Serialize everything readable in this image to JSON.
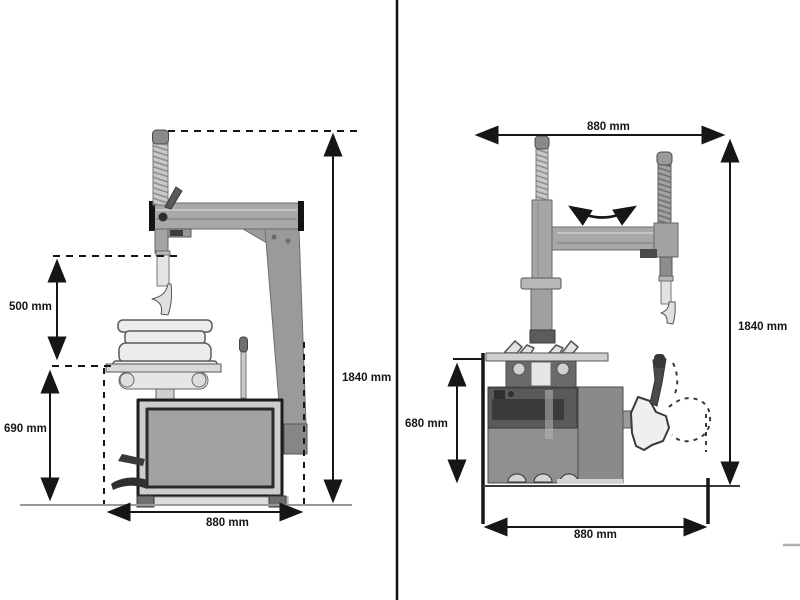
{
  "diagram": {
    "type": "tire-changer-dimension-drawing",
    "side_view": {
      "labels": {
        "stroke_height": "500 mm",
        "table_height": "690 mm",
        "total_height": "1840 mm",
        "base_width": "880 mm"
      }
    },
    "front_view": {
      "labels": {
        "top_width": "880 mm",
        "total_height": "1840 mm",
        "body_height": "680 mm",
        "base_width": "880 mm"
      }
    },
    "colors": {
      "line": "#161616",
      "machine_gray": "#a8a8a8",
      "panel_gray": "#9c9c9c",
      "dark_gray": "#575757",
      "light_gray": "#e8e8e8",
      "background": "#ffffff"
    }
  }
}
